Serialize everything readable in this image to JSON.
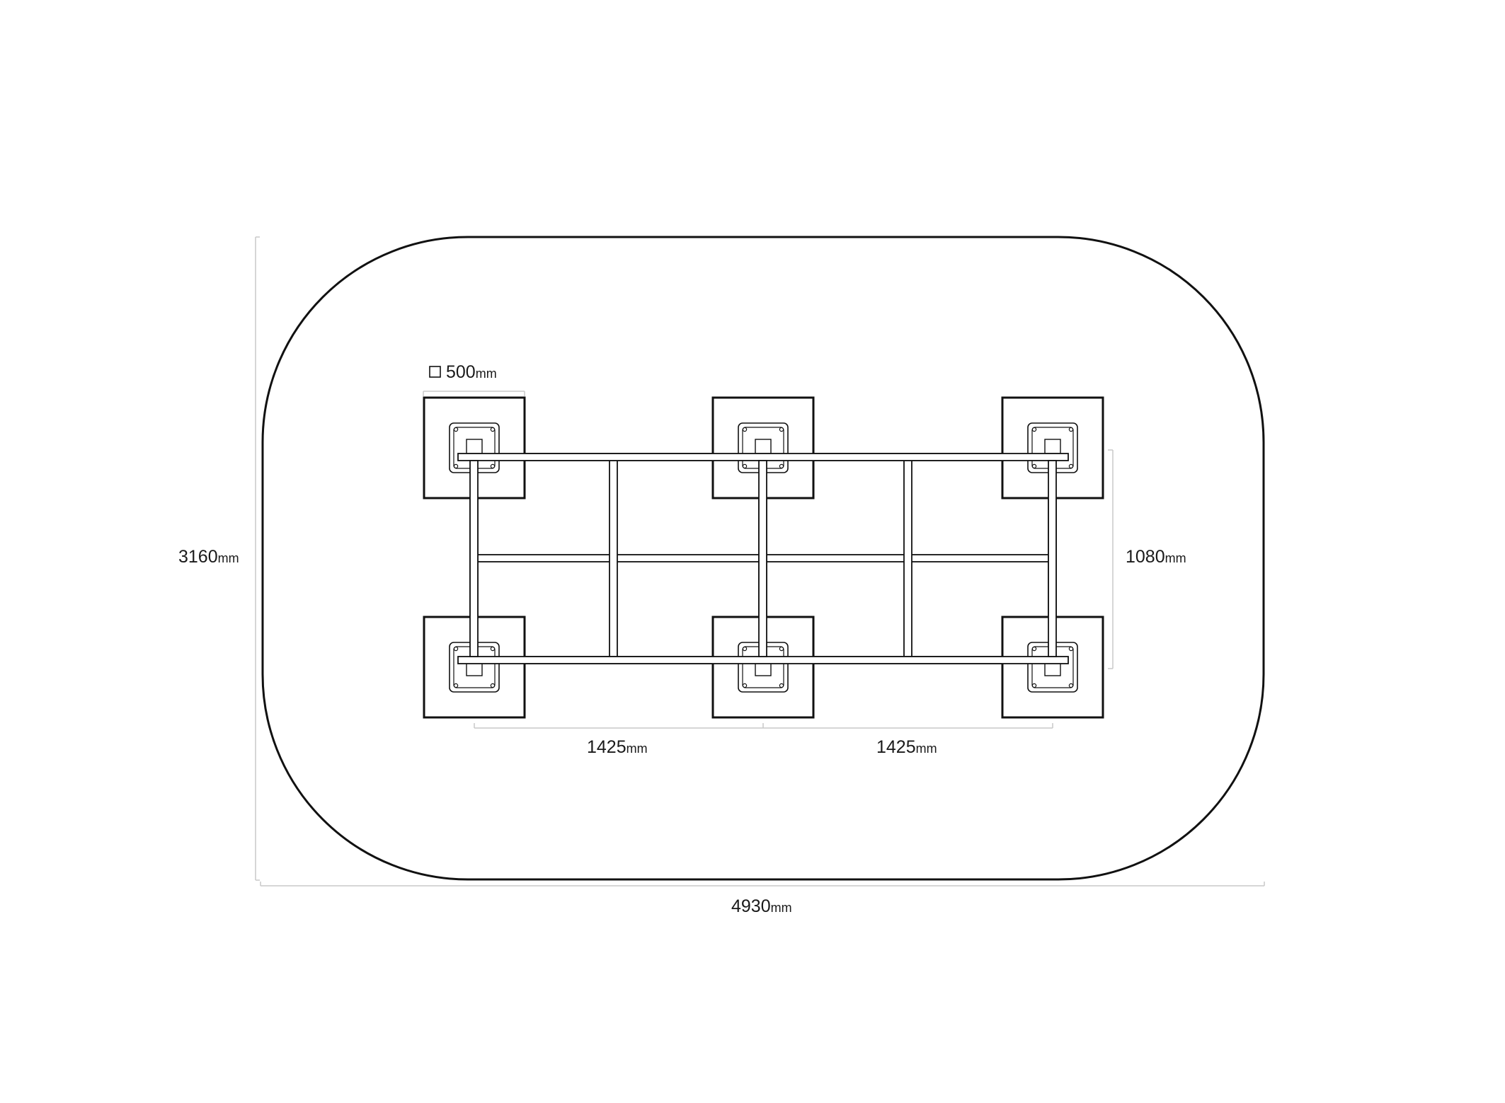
{
  "drawing": {
    "type": "plan view",
    "colors": {
      "outline": "#111111",
      "dimension_line": "#c8c8c8",
      "text": "#1a1a1a",
      "background": "#ffffff"
    },
    "dimensions": {
      "base_size": {
        "value": "500",
        "unit": "mm",
        "symbol": "square-icon"
      },
      "overall_width": {
        "value": "4930",
        "unit": "mm"
      },
      "overall_depth": {
        "value": "3160",
        "unit": "mm"
      },
      "frame_depth": {
        "value": "1080",
        "unit": "mm"
      },
      "leg_spacing_left": {
        "value": "1425",
        "unit": "mm"
      },
      "leg_spacing_right": {
        "value": "1425",
        "unit": "mm"
      }
    }
  }
}
